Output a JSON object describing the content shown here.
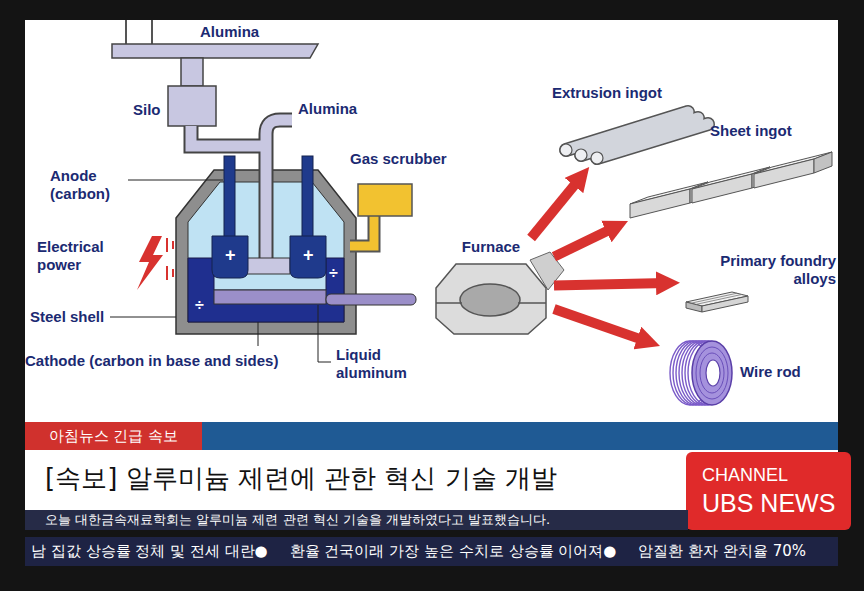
{
  "diagram": {
    "nodes": [
      {
        "text": [
          "Furnace"
        ]
      },
      {
        "text": [
          "Extrusion ingot"
        ]
      },
      {
        "text": [
          "Sheet ingot"
        ]
      },
      {
        "text": [
          "Primary foundry alloys"
        ]
      },
      {
        "text": [
          "Wire rod"
        ]
      },
      {
        "text": [
          "아침뉴스 긴급 속보"
        ]
      },
      {
        "text": [
          "[속보] 알루미늄 제련에 관한 혁신 기술 개발"
        ]
      },
      {
        "text": [
          "CHANNEL",
          "UBS NEWS"
        ]
      },
      {
        "text": [
          "오늘 대한금속재료학회는 알루미늄 제련 관련 혁신 기술을 개발하였다고 발표했습니다."
        ]
      },
      {
        "text": [
          "남 집값 상승률 정체 및 전세 대란●",
          "환율 건국이래 가장 높은 수치로 상승률 이어져●",
          "암질환 환자 완치율 70%"
        ]
      }
    ],
    "edges": [
      {
        "from": 0,
        "to": 1,
        "arrow": "to"
      },
      {
        "from": 0,
        "to": 2,
        "arrow": "to"
      },
      {
        "from": 0,
        "to": 3,
        "arrow": "to"
      },
      {
        "from": 0,
        "to": 4,
        "arrow": "to"
      }
    ],
    "labels": [
      "Alumina",
      "Silo",
      "Alumina",
      "Anode (carbon)",
      "Electrical power",
      "Steel shell",
      "Cathode (carbon in base and sides)",
      "Gas scrubber",
      "Liquid aluminum",
      "+",
      "+",
      "÷",
      "÷"
    ]
  }
}
